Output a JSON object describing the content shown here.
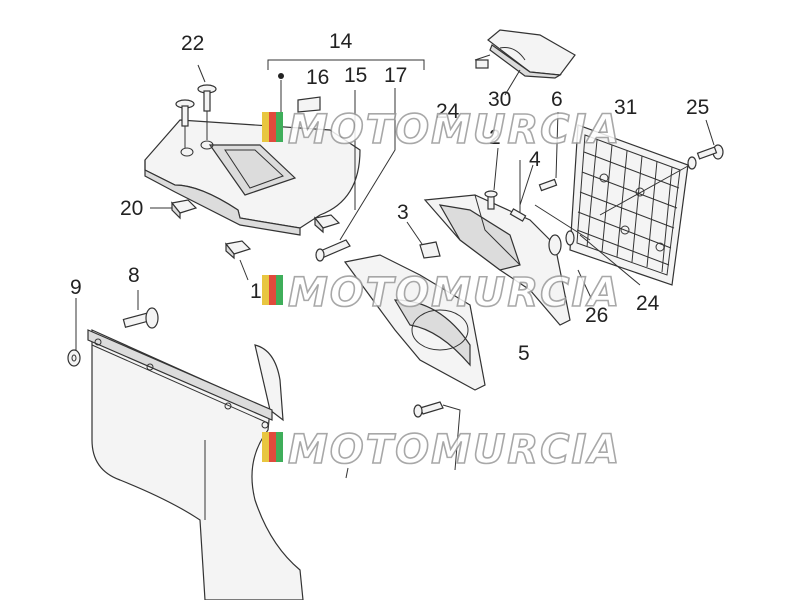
{
  "callouts": [
    {
      "id": "c22",
      "text": "22"
    },
    {
      "id": "c14",
      "text": "14"
    },
    {
      "id": "c16",
      "text": "16"
    },
    {
      "id": "c15",
      "text": "15"
    },
    {
      "id": "c17",
      "text": "17"
    },
    {
      "id": "c30",
      "text": "30"
    },
    {
      "id": "c24a",
      "text": "24"
    },
    {
      "id": "c6",
      "text": "6"
    },
    {
      "id": "c31",
      "text": "31"
    },
    {
      "id": "c25",
      "text": "25"
    },
    {
      "id": "c2",
      "text": "2"
    },
    {
      "id": "c4",
      "text": "4"
    },
    {
      "id": "c20",
      "text": "20"
    },
    {
      "id": "c3",
      "text": "3"
    },
    {
      "id": "c18",
      "text": "18"
    },
    {
      "id": "c8",
      "text": "8"
    },
    {
      "id": "c9",
      "text": "9"
    },
    {
      "id": "c26",
      "text": "26"
    },
    {
      "id": "c24b",
      "text": "24"
    },
    {
      "id": "c5",
      "text": "5"
    }
  ],
  "watermark": {
    "text": "MOTOMURCIA",
    "colors": [
      "#e8c640",
      "#e04a3c",
      "#3fae5a"
    ]
  }
}
